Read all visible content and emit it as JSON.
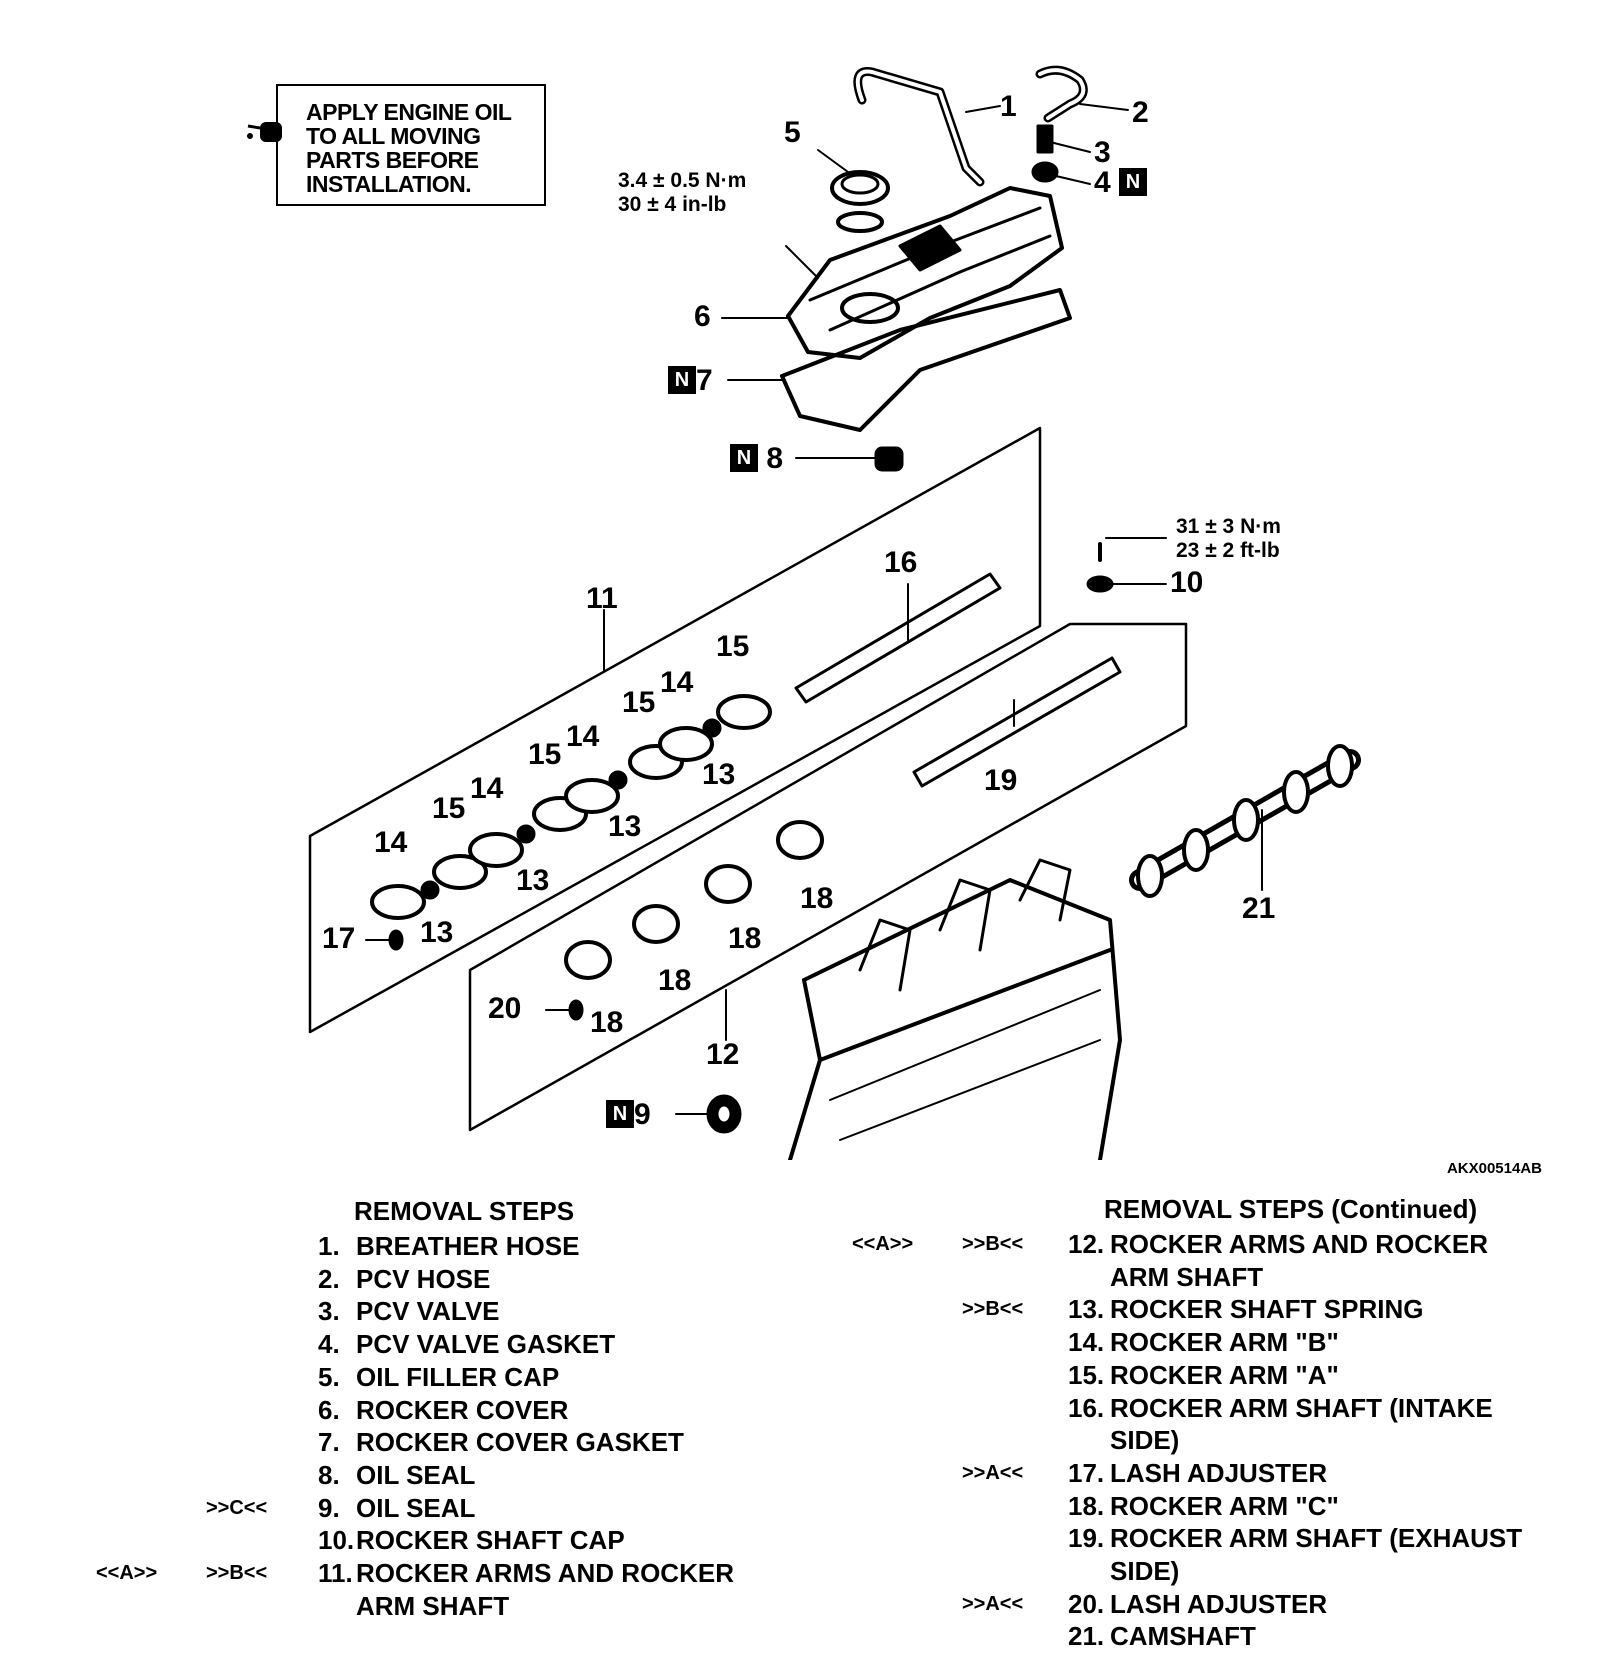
{
  "note": {
    "lines": [
      "APPLY ENGINE OIL",
      "TO ALL MOVING",
      "PARTS BEFORE",
      "INSTALLATION."
    ]
  },
  "torque": {
    "cover_nm": "3.4 ± 0.5 N·m",
    "cover_inlb": "30 ± 4 in-lb",
    "cap_nm": "31 ± 3 N·m",
    "cap_ftlb": "23 ± 2 ft-lb"
  },
  "callouts": {
    "c1": "1",
    "c2": "2",
    "c3": "3",
    "c4": "4",
    "c5": "5",
    "c6": "6",
    "c7": "7",
    "c8": "8",
    "c9": "9",
    "c10": "10",
    "c11": "11",
    "c12": "12",
    "c13": "13",
    "c14": "14",
    "c15": "15",
    "c16": "16",
    "c17": "17",
    "c18": "18",
    "c19": "19",
    "c20": "20",
    "c21": "21",
    "n_badge": "N"
  },
  "figure_id": "AKX00514AB",
  "removal_left": {
    "title": "REMOVAL STEPS",
    "steps": [
      {
        "num": "1.",
        "text": "BREATHER HOSE",
        "tag1": "",
        "tag2": ""
      },
      {
        "num": "2.",
        "text": "PCV HOSE",
        "tag1": "",
        "tag2": ""
      },
      {
        "num": "3.",
        "text": "PCV VALVE",
        "tag1": "",
        "tag2": ""
      },
      {
        "num": "4.",
        "text": "PCV VALVE GASKET",
        "tag1": "",
        "tag2": ""
      },
      {
        "num": "5.",
        "text": "OIL FILLER CAP",
        "tag1": "",
        "tag2": ""
      },
      {
        "num": "6.",
        "text": "ROCKER COVER",
        "tag1": "",
        "tag2": ""
      },
      {
        "num": "7.",
        "text": "ROCKER COVER GASKET",
        "tag1": "",
        "tag2": ""
      },
      {
        "num": "8.",
        "text": "OIL SEAL",
        "tag1": "",
        "tag2": ""
      },
      {
        "num": "9.",
        "text": "OIL SEAL",
        "tag1": "",
        "tag2": ">>C<<"
      },
      {
        "num": "10.",
        "text": "ROCKER SHAFT CAP",
        "tag1": "",
        "tag2": ""
      },
      {
        "num": "11.",
        "text": "ROCKER ARMS AND ROCKER",
        "tag1": "<<A>>",
        "tag2": ">>B<<"
      },
      {
        "num": "",
        "text": "ARM SHAFT",
        "tag1": "",
        "tag2": ""
      }
    ]
  },
  "removal_right": {
    "title": "REMOVAL STEPS (Continued)",
    "steps": [
      {
        "num": "12.",
        "text": "ROCKER ARMS AND ROCKER",
        "tag1": "<<A>>",
        "tag2": ">>B<<"
      },
      {
        "num": "",
        "text": "ARM SHAFT",
        "tag1": "",
        "tag2": ""
      },
      {
        "num": "13.",
        "text": "ROCKER SHAFT SPRING",
        "tag1": "",
        "tag2": ">>B<<"
      },
      {
        "num": "14.",
        "text": "ROCKER ARM \"B\"",
        "tag1": "",
        "tag2": ""
      },
      {
        "num": "15.",
        "text": "ROCKER ARM \"A\"",
        "tag1": "",
        "tag2": ""
      },
      {
        "num": "16.",
        "text": "ROCKER ARM SHAFT (INTAKE",
        "tag1": "",
        "tag2": ""
      },
      {
        "num": "",
        "text": "SIDE)",
        "tag1": "",
        "tag2": ""
      },
      {
        "num": "17.",
        "text": "LASH ADJUSTER",
        "tag1": "",
        "tag2": ">>A<<"
      },
      {
        "num": "18.",
        "text": "ROCKER ARM \"C\"",
        "tag1": "",
        "tag2": ""
      },
      {
        "num": "19.",
        "text": "ROCKER ARM SHAFT (EXHAUST",
        "tag1": "",
        "tag2": ""
      },
      {
        "num": "",
        "text": "SIDE)",
        "tag1": "",
        "tag2": ""
      },
      {
        "num": "20.",
        "text": "LASH ADJUSTER",
        "tag1": "",
        "tag2": ">>A<<"
      },
      {
        "num": "21.",
        "text": "CAMSHAFT",
        "tag1": "",
        "tag2": ""
      }
    ]
  }
}
